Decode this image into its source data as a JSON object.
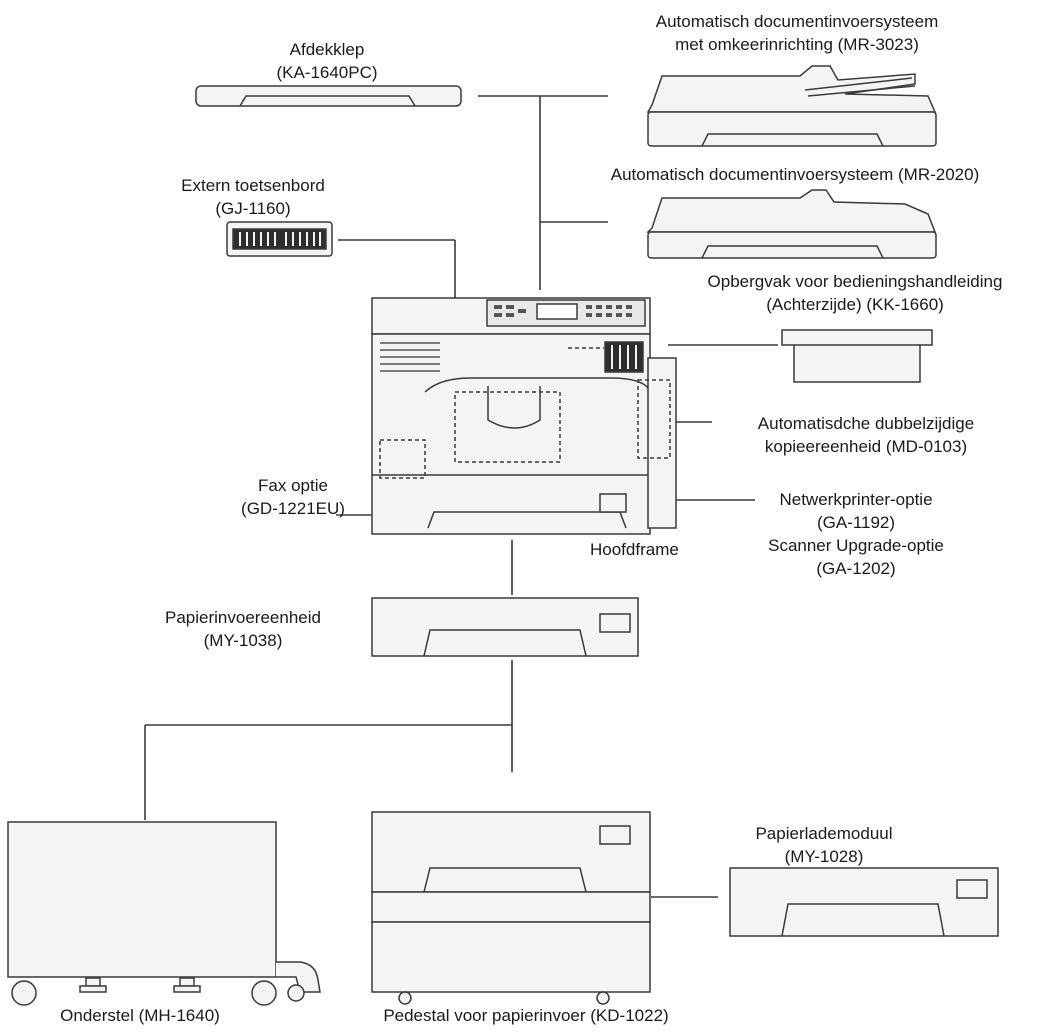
{
  "labels": {
    "cover": {
      "line1": "Afdekklep",
      "line2": "(KA-1640PC)"
    },
    "radf": {
      "line1": "Automatisch documentinvoersysteem",
      "line2": "met omkeerinrichting (MR-3023)"
    },
    "adf": {
      "line1": "Automatisch documentinvoersysteem (MR-2020)"
    },
    "keyboard": {
      "line1": "Extern toetsenbord",
      "line2": "(GJ-1160)"
    },
    "manual_holder": {
      "line1": "Opbergvak voor bedieningshandleiding",
      "line2": "(Achterzijde) (KK-1660)"
    },
    "duplex": {
      "line1": "Automatisdche dubbelzijdige",
      "line2": "kopieereenheid (MD-0103)"
    },
    "fax": {
      "line1": "Fax optie",
      "line2": "(GD-1221EU)"
    },
    "network": {
      "line1": "Netwerkprinter-optie",
      "line2": "(GA-1192)",
      "line3": "Scanner Upgrade-optie",
      "line4": "(GA-1202)"
    },
    "main_frame": {
      "line1": "Hoofdframe"
    },
    "paper_feed": {
      "line1": "Papierinvoereenheid",
      "line2": "(MY-1038)"
    },
    "tray_module": {
      "line1": "Papierlademoduul",
      "line2": "(MY-1028)"
    },
    "stand": {
      "line1": "Onderstel (MH-1640)"
    },
    "pedestal": {
      "line1": "Pedestal voor papierinvoer (KD-1022)"
    }
  },
  "colors": {
    "line": "#3a3a3a",
    "fill": "#f4f4f4",
    "dark": "#555555"
  }
}
